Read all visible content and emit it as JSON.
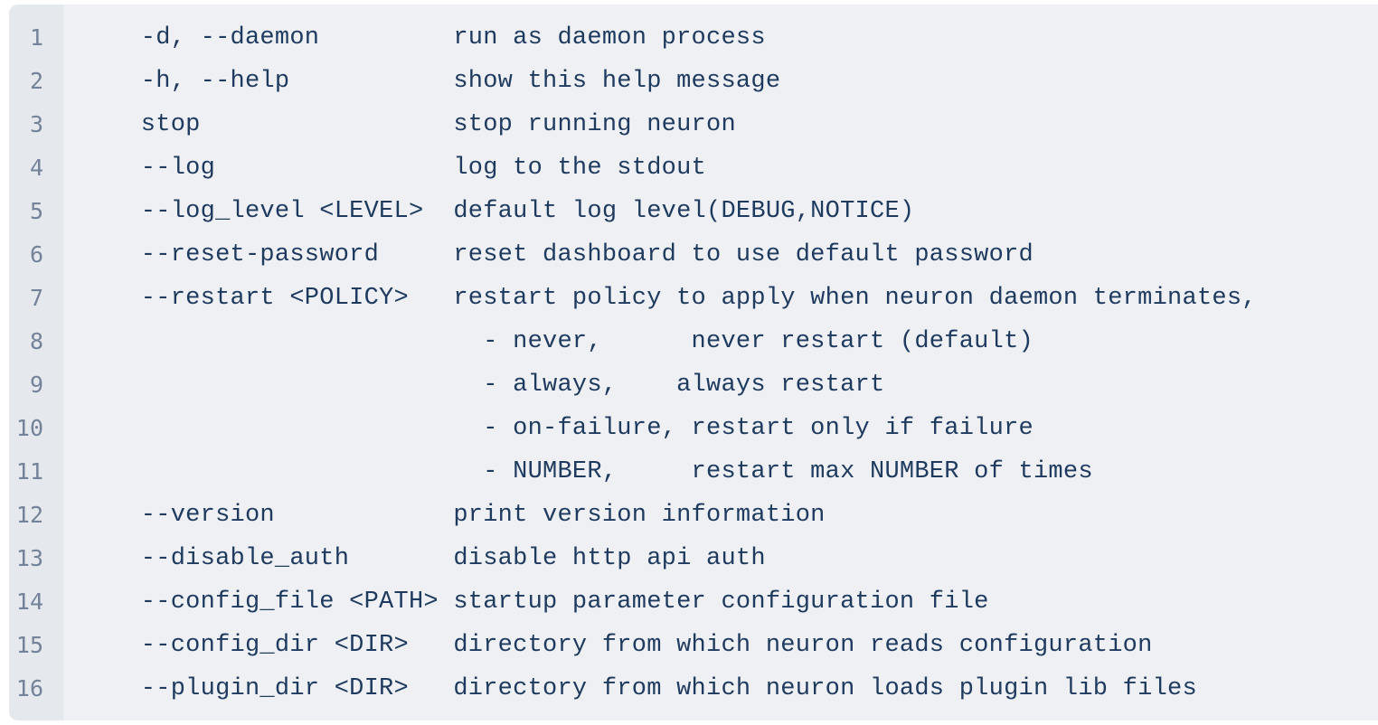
{
  "page": {
    "background": "#ffffff"
  },
  "code_block": {
    "background": "#eef0f3",
    "gutter_background": "#e5e8ec",
    "text_color": "#1e3a5f",
    "line_number_color": "#74829a",
    "lines": [
      {
        "num": "1",
        "text": "    -d, --daemon         run as daemon process"
      },
      {
        "num": "2",
        "text": "    -h, --help           show this help message"
      },
      {
        "num": "3",
        "text": "    stop                 stop running neuron"
      },
      {
        "num": "4",
        "text": "    --log                log to the stdout"
      },
      {
        "num": "5",
        "text": "    --log_level <LEVEL>  default log level(DEBUG,NOTICE)"
      },
      {
        "num": "6",
        "text": "    --reset-password     reset dashboard to use default password"
      },
      {
        "num": "7",
        "text": "    --restart <POLICY>   restart policy to apply when neuron daemon terminates,"
      },
      {
        "num": "8",
        "text": "                           - never,      never restart (default)"
      },
      {
        "num": "9",
        "text": "                           - always,    always restart"
      },
      {
        "num": "10",
        "text": "                           - on-failure, restart only if failure"
      },
      {
        "num": "11",
        "text": "                           - NUMBER,     restart max NUMBER of times"
      },
      {
        "num": "12",
        "text": "    --version            print version information"
      },
      {
        "num": "13",
        "text": "    --disable_auth       disable http api auth"
      },
      {
        "num": "14",
        "text": "    --config_file <PATH> startup parameter configuration file"
      },
      {
        "num": "15",
        "text": "    --config_dir <DIR>   directory from which neuron reads configuration"
      },
      {
        "num": "16",
        "text": "    --plugin_dir <DIR>   directory from which neuron loads plugin lib files"
      }
    ]
  }
}
